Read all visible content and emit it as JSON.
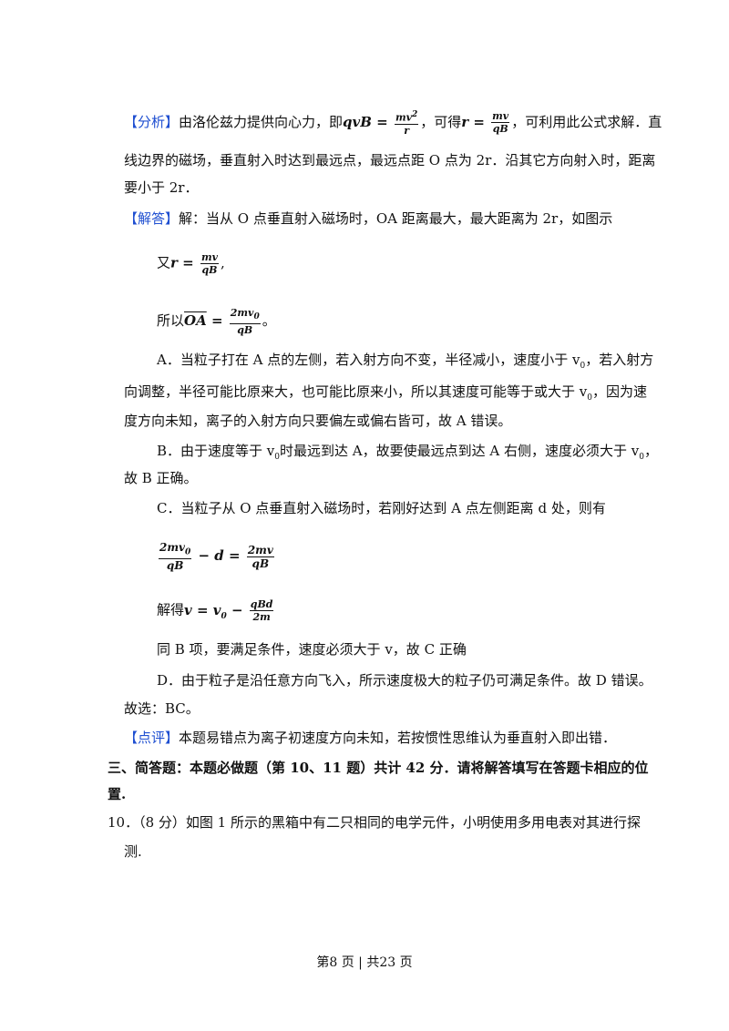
{
  "analysis": {
    "tag": "【分析】",
    "line1_a": "由洛伦兹力提供向心力，即",
    "line1_b": "，可得",
    "line1_c": "，可利用此公式求解．直",
    "line2": "线边界的磁场，垂直射入时达到最远点，最远点距 O 点为 2r．沿其它方向射入时，距离",
    "line3": "要小于 2r．"
  },
  "solution": {
    "tag": "【解答】",
    "intro": "解：当从 O 点垂直射入磁场时，OA 距离最大，最大距离为 2r，如图示",
    "also": "又",
    "so": "所以",
    "so_end": "。",
    "optA_1": "A．当粒子打在 A 点的左侧，若入射方向不变，半径减小，速度小于 v",
    "optA_1b": "，若入射方",
    "optA_2": "向调整，半径可能比原来大，也可能比原来小，所以其速度可能等于或大于 v",
    "optA_2b": "，因为速",
    "optA_3": "度方向未知，离子的入射方向只要偏左或偏右皆可，故 A 错误。",
    "optB_1": "B．由于速度等于 v",
    "optB_1b": "时最远到达 A，故要使最远点到达 A 右侧，速度必须大于 v",
    "optB_1c": "，",
    "optB_2": "故 B 正确。",
    "optC_1": "C．当粒子从 O 点垂直射入磁场时，若刚好达到 A 点左侧距离 d 处，则有",
    "solve": "解得",
    "sameB": "同 B 项，要满足条件，速度必须大于 v，故 C 正确",
    "optD": "D．由于粒子是沿任意方向飞入，所示速度极大的粒子仍可满足条件。故 D 错误。",
    "choice": "故选：BC。"
  },
  "comment": {
    "tag": "【点评】",
    "text": "本题易错点为离子初速度方向未知，若按惯性思维认为垂直射入即出错．"
  },
  "section3": {
    "line1": "三、简答题：本题必做题（第 10、11 题）共计 42 分．请将解答填写在答题卡相应的位",
    "line2": "置."
  },
  "q10": {
    "line1": "10．（8 分）如图 1 所示的黑箱中有二只相同的电学元件，小明使用多用电表对其进行探",
    "line2": "测."
  },
  "footer": "第8 页 | 共23 页",
  "colors": {
    "tag": "#1f4fd1",
    "text": "#111111"
  }
}
